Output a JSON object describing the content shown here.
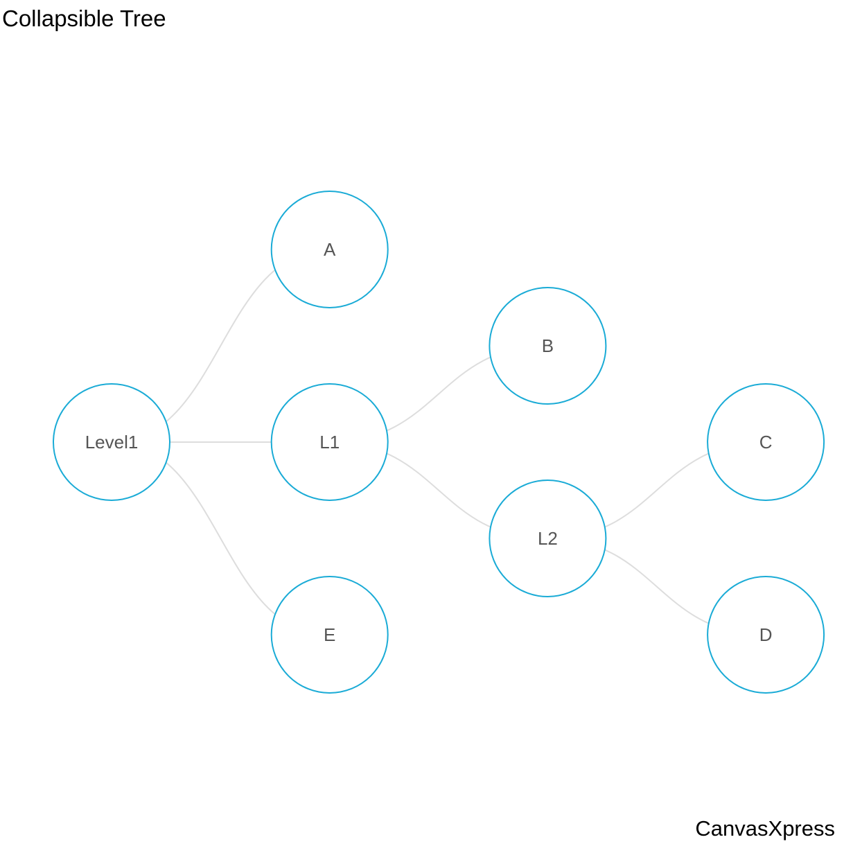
{
  "title": "Collapsible Tree",
  "brand": "CanvasXpress",
  "colors": {
    "node_stroke": "#1aabd6",
    "link": "#dddddd",
    "label": "#555555"
  },
  "chart_data": {
    "type": "tree",
    "title": "Collapsible Tree",
    "root": "Level1",
    "nodes": [
      {
        "id": "Level1",
        "depth": 0,
        "row": 2
      },
      {
        "id": "A",
        "depth": 1,
        "row": 0
      },
      {
        "id": "L1",
        "depth": 1,
        "row": 2
      },
      {
        "id": "E",
        "depth": 1,
        "row": 4
      },
      {
        "id": "B",
        "depth": 2,
        "row": 1
      },
      {
        "id": "L2",
        "depth": 2,
        "row": 3
      },
      {
        "id": "C",
        "depth": 3,
        "row": 2
      },
      {
        "id": "D",
        "depth": 3,
        "row": 4
      }
    ],
    "links": [
      [
        "Level1",
        "A"
      ],
      [
        "Level1",
        "L1"
      ],
      [
        "Level1",
        "E"
      ],
      [
        "L1",
        "B"
      ],
      [
        "L1",
        "L2"
      ],
      [
        "L2",
        "C"
      ],
      [
        "L2",
        "D"
      ]
    ]
  }
}
